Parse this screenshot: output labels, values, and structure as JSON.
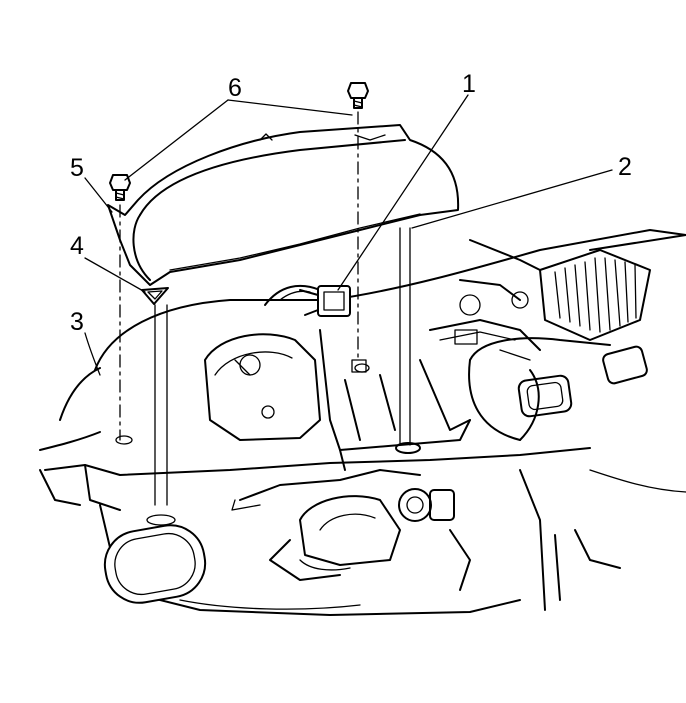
{
  "figure": {
    "callouts": [
      {
        "id": "callout-1",
        "label": "1"
      },
      {
        "id": "callout-2",
        "label": "2"
      },
      {
        "id": "callout-3",
        "label": "3"
      },
      {
        "id": "callout-4",
        "label": "4"
      },
      {
        "id": "callout-5",
        "label": "5"
      },
      {
        "id": "callout-6",
        "label": "6"
      }
    ]
  }
}
